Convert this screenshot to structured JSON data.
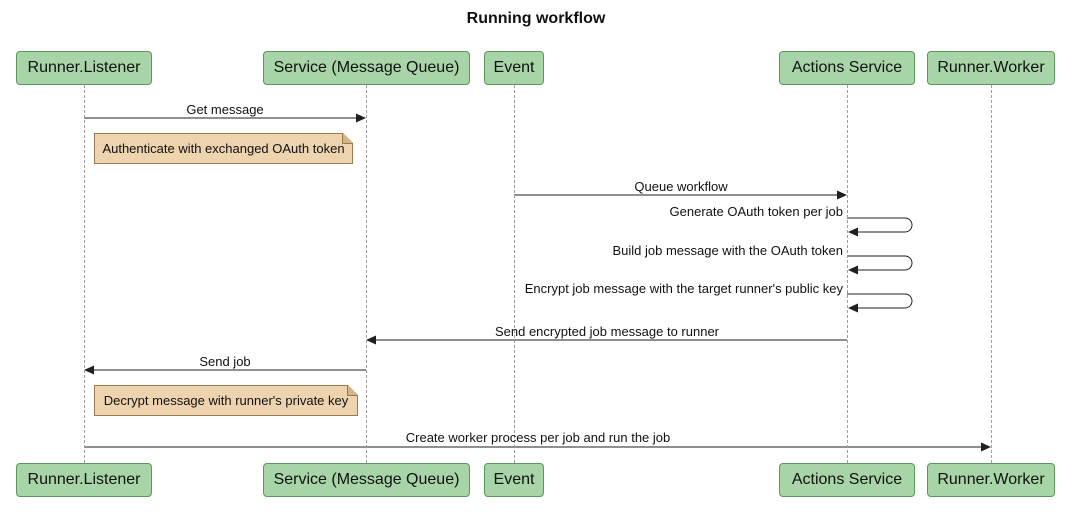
{
  "title": "Running workflow",
  "participants": [
    {
      "id": "runner-listener",
      "label": "Runner.Listener"
    },
    {
      "id": "service-message-queue",
      "label": "Service (Message Queue)"
    },
    {
      "id": "event",
      "label": "Event"
    },
    {
      "id": "actions-service",
      "label": "Actions Service"
    },
    {
      "id": "runner-worker",
      "label": "Runner.Worker"
    }
  ],
  "messages": [
    {
      "from": "Runner.Listener",
      "to": "Service (Message Queue)",
      "type": "solid",
      "text": "Get message"
    },
    {
      "from": "Event",
      "to": "Actions Service",
      "type": "solid",
      "text": "Queue workflow"
    },
    {
      "from": "Actions Service",
      "to": "Actions Service",
      "type": "self",
      "text": "Generate OAuth token per job"
    },
    {
      "from": "Actions Service",
      "to": "Actions Service",
      "type": "self",
      "text": "Build job message with the OAuth token"
    },
    {
      "from": "Actions Service",
      "to": "Actions Service",
      "type": "self",
      "text": "Encrypt job message with the target runner's public key"
    },
    {
      "from": "Actions Service",
      "to": "Service (Message Queue)",
      "type": "solid",
      "text": "Send encrypted job message to runner"
    },
    {
      "from": "Service (Message Queue)",
      "to": "Runner.Listener",
      "type": "solid",
      "text": "Send job"
    },
    {
      "from": "Runner.Listener",
      "to": "Runner.Worker",
      "type": "solid",
      "text": "Create worker process per job and run the job"
    }
  ],
  "notes": [
    {
      "over": "Runner.Listener",
      "text": "Authenticate with exchanged OAuth token"
    },
    {
      "over": "Runner.Listener",
      "text": "Decrypt message with runner's private key"
    }
  ],
  "colors": {
    "actor_fill": "#a8d5a8",
    "actor_border": "#5d965d",
    "note_fill": "#edd3ae",
    "note_border": "#9a7b4f",
    "lifeline": "#9c9c9c",
    "arrow": "#1f1f1f",
    "text": "#111111",
    "background": "#ffffff"
  }
}
